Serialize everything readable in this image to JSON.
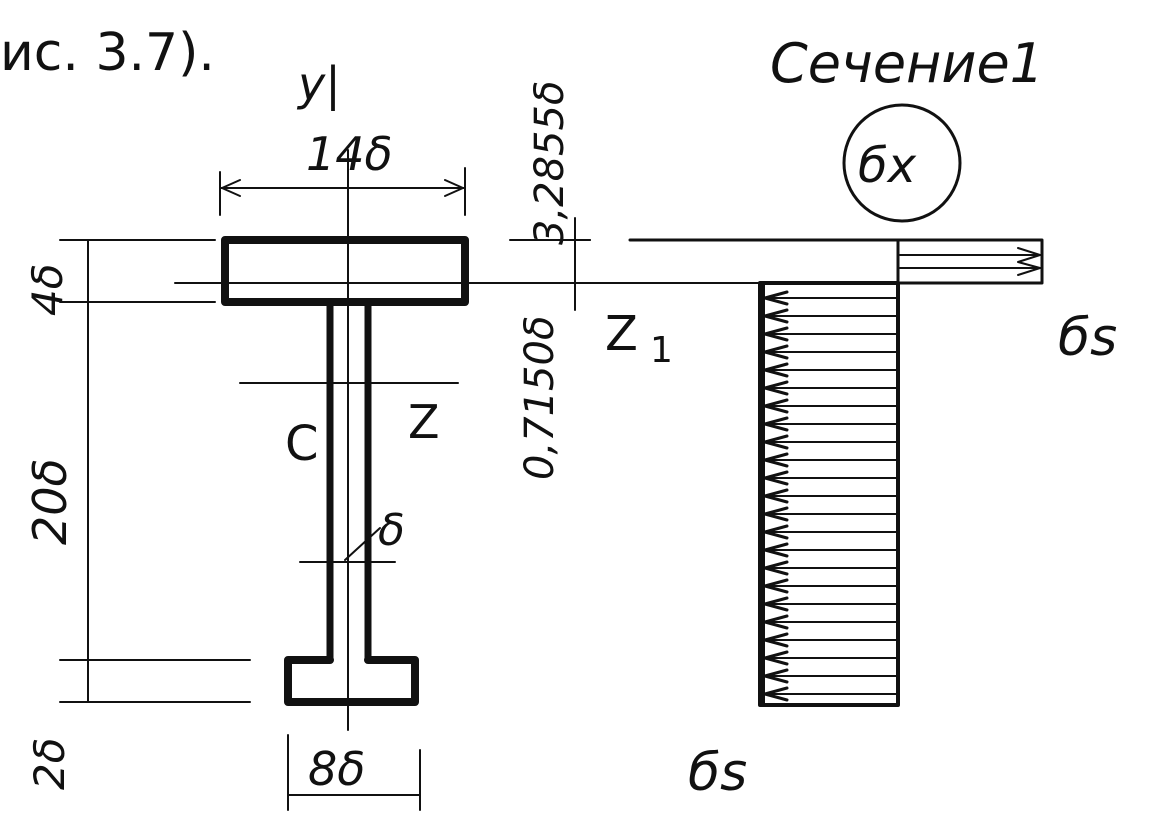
{
  "figure": {
    "caption_fragment": "ис. 3.7).",
    "section_title": "Сечение1",
    "circled_label": "бx",
    "axes": {
      "y": "y|",
      "z": "Z",
      "z1": "Z",
      "z1_subscript": "1",
      "centroid": "C"
    },
    "dimensions": {
      "top_flange_width": "14δ",
      "top_flange_thickness": "4δ",
      "web_height": "20δ",
      "bottom_flange_thickness": "2δ",
      "bottom_flange_width": "8δ",
      "web_thickness": "δ",
      "offset_upper": "3,2855δ",
      "offset_lower": "0,7150δ"
    },
    "stress_labels": {
      "right": "бs",
      "bottom": "бs"
    }
  }
}
